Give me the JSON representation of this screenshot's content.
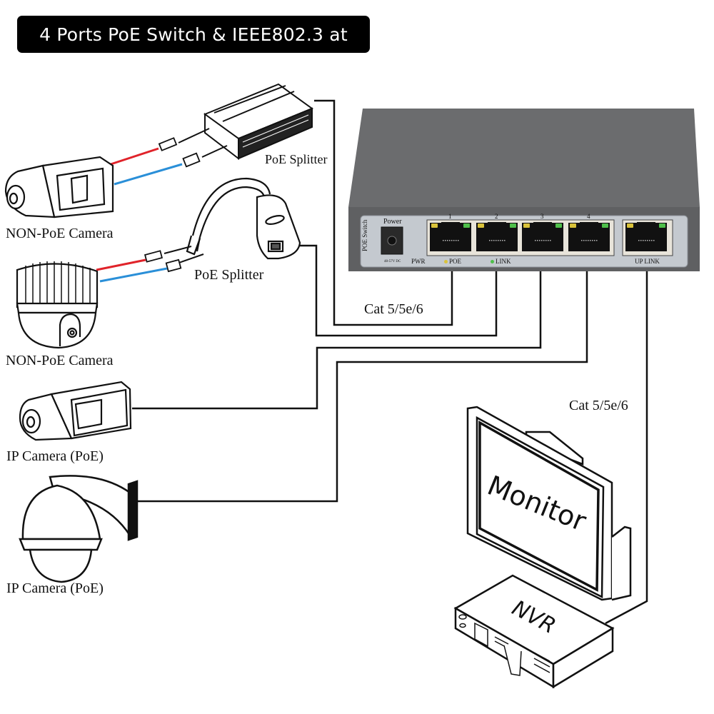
{
  "title": "4 Ports PoE Switch & IEEE802.3 at",
  "devices": {
    "splitter_box_label": "PoE Splitter",
    "splitter_cable_label": "PoE Splitter",
    "camera_1_label": "NON-PoE Camera",
    "camera_2_label": "NON-PoE Camera",
    "camera_3_label": "IP Camera (PoE)",
    "camera_4_label": "IP Camera (PoE)",
    "monitor_label": "Monitor",
    "nvr_label": "NVR"
  },
  "cables": {
    "left_label": "Cat 5/5e/6",
    "right_label": "Cat 5/5e/6",
    "power_wire_color": "#e0232a",
    "data_wire_color": "#2a8fd8"
  },
  "switch": {
    "power_label": "Power",
    "side_label": "POE Switch",
    "dc_label": "48-57V DC",
    "pwr_label": "PWR",
    "poe_label": "POE",
    "link_label": "LINK",
    "uplink_label": "UP LINK",
    "port_numbers": [
      "1",
      "2",
      "3",
      "4"
    ],
    "body_color": "#6b6c6e",
    "panel_color": "#c4c9cf",
    "poe_led_color": "#d9c23a",
    "link_led_color": "#4fbf4a"
  }
}
